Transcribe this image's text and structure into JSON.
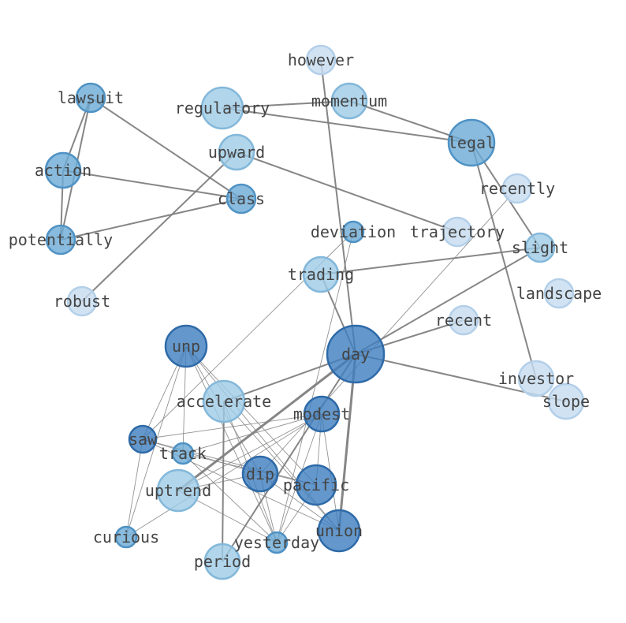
{
  "colors": {
    "edge": "#808080",
    "label": "#444444",
    "tiers": {
      "dark": {
        "fill": "#3d7ebf",
        "stroke": "#2e6aa8"
      },
      "mid": {
        "fill": "#6aaad6",
        "stroke": "#4f92c4"
      },
      "light": {
        "fill": "#9ecbe6",
        "stroke": "#83b8da"
      },
      "pale": {
        "fill": "#c6dcf0",
        "stroke": "#b3cfe9"
      }
    }
  },
  "nodes": [
    {
      "id": "however",
      "label": "however",
      "tier": "pale"
    },
    {
      "id": "lawsuit",
      "label": "lawsuit",
      "tier": "mid"
    },
    {
      "id": "regulatory",
      "label": "regulatory",
      "tier": "light"
    },
    {
      "id": "momentum",
      "label": "momentum",
      "tier": "light"
    },
    {
      "id": "legal",
      "label": "legal",
      "tier": "mid"
    },
    {
      "id": "upward",
      "label": "upward",
      "tier": "light"
    },
    {
      "id": "action",
      "label": "action",
      "tier": "mid"
    },
    {
      "id": "class",
      "label": "class",
      "tier": "mid"
    },
    {
      "id": "recently",
      "label": "recently",
      "tier": "pale"
    },
    {
      "id": "potentially",
      "label": "potentially",
      "tier": "mid"
    },
    {
      "id": "deviation",
      "label": "deviation",
      "tier": "mid"
    },
    {
      "id": "trajectory",
      "label": "trajectory",
      "tier": "pale"
    },
    {
      "id": "slight",
      "label": "slight",
      "tier": "light"
    },
    {
      "id": "trading",
      "label": "trading",
      "tier": "light"
    },
    {
      "id": "landscape",
      "label": "landscape",
      "tier": "pale"
    },
    {
      "id": "robust",
      "label": "robust",
      "tier": "pale"
    },
    {
      "id": "recent",
      "label": "recent",
      "tier": "pale"
    },
    {
      "id": "unp",
      "label": "unp",
      "tier": "dark"
    },
    {
      "id": "day",
      "label": "day",
      "tier": "dark"
    },
    {
      "id": "investor",
      "label": "investor",
      "tier": "pale"
    },
    {
      "id": "slope",
      "label": "slope",
      "tier": "pale"
    },
    {
      "id": "accelerate",
      "label": "accelerate",
      "tier": "light"
    },
    {
      "id": "modest",
      "label": "modest",
      "tier": "dark"
    },
    {
      "id": "saw",
      "label": "saw",
      "tier": "dark"
    },
    {
      "id": "track",
      "label": "track",
      "tier": "mid"
    },
    {
      "id": "dip",
      "label": "dip",
      "tier": "dark"
    },
    {
      "id": "pacific",
      "label": "pacific",
      "tier": "dark"
    },
    {
      "id": "uptrend",
      "label": "uptrend",
      "tier": "light"
    },
    {
      "id": "union",
      "label": "union",
      "tier": "dark"
    },
    {
      "id": "curious",
      "label": "curious",
      "tier": "mid"
    },
    {
      "id": "yesterday",
      "label": "yesterday",
      "tier": "mid"
    },
    {
      "id": "period",
      "label": "period",
      "tier": "light"
    }
  ],
  "edges": [
    {
      "source": "lawsuit",
      "target": "action",
      "weight": 2
    },
    {
      "source": "lawsuit",
      "target": "potentially",
      "weight": 2
    },
    {
      "source": "lawsuit",
      "target": "class",
      "weight": 2
    },
    {
      "source": "action",
      "target": "potentially",
      "weight": 2
    },
    {
      "source": "action",
      "target": "class",
      "weight": 2
    },
    {
      "source": "potentially",
      "target": "class",
      "weight": 2
    },
    {
      "source": "regulatory",
      "target": "momentum",
      "weight": 2
    },
    {
      "source": "regulatory",
      "target": "legal",
      "weight": 2
    },
    {
      "source": "momentum",
      "target": "legal",
      "weight": 2
    },
    {
      "source": "legal",
      "target": "slight",
      "weight": 2
    },
    {
      "source": "legal",
      "target": "investor",
      "weight": 2
    },
    {
      "source": "upward",
      "target": "trajectory",
      "weight": 2
    },
    {
      "source": "upward",
      "target": "robust",
      "weight": 2
    },
    {
      "source": "however",
      "target": "day",
      "weight": 2
    },
    {
      "source": "trading",
      "target": "slight",
      "weight": 2
    },
    {
      "source": "trading",
      "target": "day",
      "weight": 2
    },
    {
      "source": "slight",
      "target": "day",
      "weight": 2
    },
    {
      "source": "recent",
      "target": "day",
      "weight": 2
    },
    {
      "source": "day",
      "target": "slope",
      "weight": 2
    },
    {
      "source": "day",
      "target": "accelerate",
      "weight": 2
    },
    {
      "source": "day",
      "target": "uptrend",
      "weight": 3
    },
    {
      "source": "day",
      "target": "union",
      "weight": 3
    },
    {
      "source": "day",
      "target": "period",
      "weight": 2
    },
    {
      "source": "accelerate",
      "target": "period",
      "weight": 2
    },
    {
      "source": "deviation",
      "target": "saw",
      "weight": 1
    },
    {
      "source": "deviation",
      "target": "yesterday",
      "weight": 1
    },
    {
      "source": "recently",
      "target": "dip",
      "weight": 1
    },
    {
      "source": "unp",
      "target": "saw",
      "weight": 1
    },
    {
      "source": "unp",
      "target": "track",
      "weight": 1
    },
    {
      "source": "unp",
      "target": "curious",
      "weight": 1
    },
    {
      "source": "unp",
      "target": "dip",
      "weight": 1
    },
    {
      "source": "unp",
      "target": "pacific",
      "weight": 1
    },
    {
      "source": "unp",
      "target": "union",
      "weight": 1
    },
    {
      "source": "unp",
      "target": "yesterday",
      "weight": 1
    },
    {
      "source": "modest",
      "target": "saw",
      "weight": 1
    },
    {
      "source": "modest",
      "target": "track",
      "weight": 1
    },
    {
      "source": "modest",
      "target": "uptrend",
      "weight": 1
    },
    {
      "source": "modest",
      "target": "curious",
      "weight": 1
    },
    {
      "source": "modest",
      "target": "pacific",
      "weight": 1
    },
    {
      "source": "modest",
      "target": "union",
      "weight": 1
    },
    {
      "source": "modest",
      "target": "yesterday",
      "weight": 1
    },
    {
      "source": "saw",
      "target": "dip",
      "weight": 1
    },
    {
      "source": "saw",
      "target": "pacific",
      "weight": 1
    },
    {
      "source": "saw",
      "target": "union",
      "weight": 1
    },
    {
      "source": "saw",
      "target": "curious",
      "weight": 1
    },
    {
      "source": "track",
      "target": "pacific",
      "weight": 1
    },
    {
      "source": "track",
      "target": "yesterday",
      "weight": 1
    },
    {
      "source": "accelerate",
      "target": "union",
      "weight": 1
    },
    {
      "source": "accelerate",
      "target": "yesterday",
      "weight": 1
    },
    {
      "source": "dip",
      "target": "uptrend",
      "weight": 1
    },
    {
      "source": "dip",
      "target": "union",
      "weight": 1
    },
    {
      "source": "dip",
      "target": "yesterday",
      "weight": 1
    },
    {
      "source": "pacific",
      "target": "yesterday",
      "weight": 1
    },
    {
      "source": "uptrend",
      "target": "yesterday",
      "weight": 1
    }
  ]
}
